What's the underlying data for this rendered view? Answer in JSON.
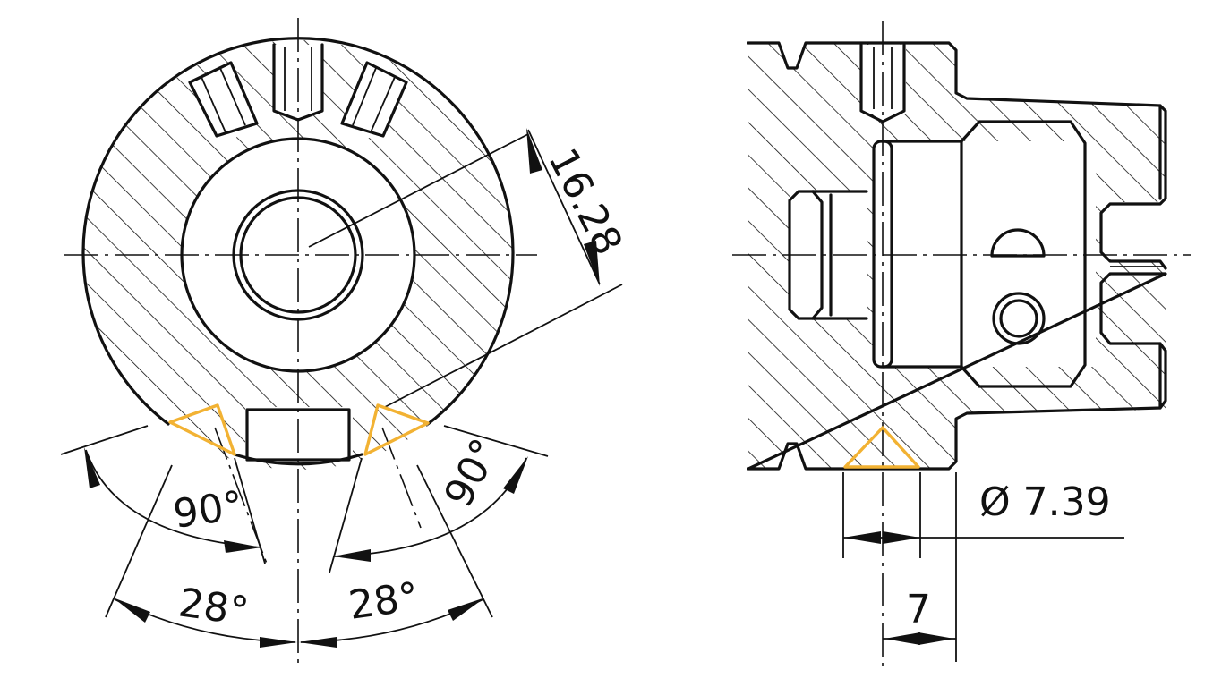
{
  "dimensions": {
    "radius_label": "16.28",
    "angle_left_outer": "90°",
    "angle_right_outer": "90°",
    "angle_left_inner": "28°",
    "angle_right_inner": "28°",
    "diameter_label": "Ø 7.39",
    "width_label": "7"
  },
  "colors": {
    "line": "#111111",
    "highlight": "#f2b233",
    "background": "#ffffff"
  }
}
